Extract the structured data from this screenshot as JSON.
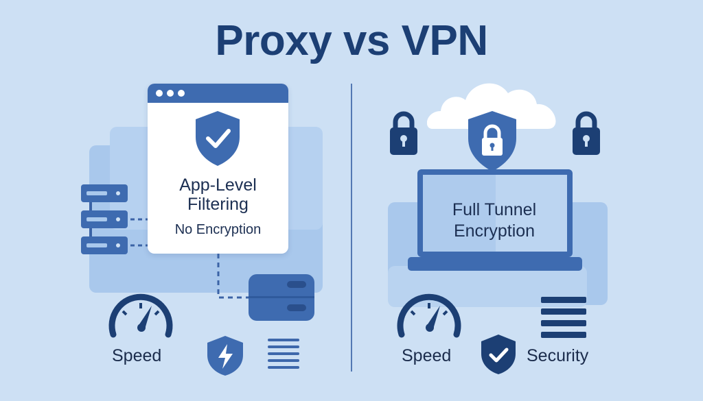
{
  "title": "Proxy vs VPN",
  "proxy": {
    "card_line1": "App-Level",
    "card_line2": "Filtering",
    "card_sub": "No Encryption",
    "speed_label": "Speed",
    "icons": [
      "server-stack-icon",
      "shield-check-icon",
      "proxy-server-icon",
      "speedometer-icon",
      "shield-lightning-icon",
      "list-lines-icon"
    ]
  },
  "vpn": {
    "screen_line1": "Full Tunnel",
    "screen_line2": "Encryption",
    "speed_label": "Speed",
    "security_label": "Security",
    "icons": [
      "cloud-icon",
      "padlock-icon",
      "shield-lock-icon",
      "laptop-icon",
      "speedometer-icon",
      "shield-check-icon",
      "list-lines-icon"
    ]
  },
  "colors": {
    "background": "#cde0f4",
    "navy": "#1c3f74",
    "accent": "#3e6bb0",
    "panel": "#a9c8ec"
  }
}
